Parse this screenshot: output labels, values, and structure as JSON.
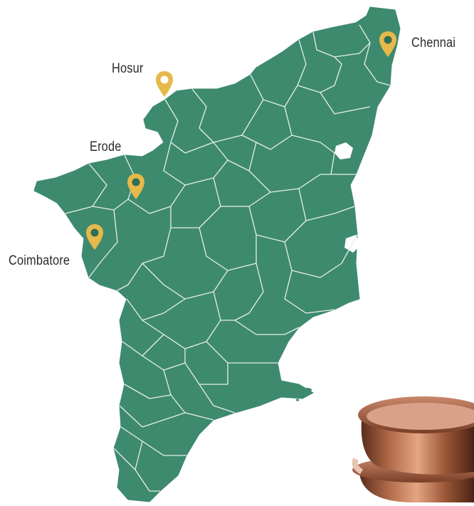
{
  "map": {
    "region_color": "#3e8a6e",
    "border_color": "#e6efe9",
    "pin_color": "#e6b94a",
    "pin_inner_color": "#2e6f57",
    "pin_hollow_color": "#ffffff"
  },
  "cities": [
    {
      "key": "chennai",
      "label": "Chennai",
      "marker": "location-pin-icon"
    },
    {
      "key": "hosur",
      "label": "Hosur",
      "marker": "location-pin-icon"
    },
    {
      "key": "erode",
      "label": "Erode",
      "marker": "location-pin-icon"
    },
    {
      "key": "coimbatore",
      "label": "Coimbatore",
      "marker": "location-pin-icon"
    }
  ],
  "product_image": {
    "subject": "copper-bowls",
    "metal_color": "#b06a48"
  }
}
